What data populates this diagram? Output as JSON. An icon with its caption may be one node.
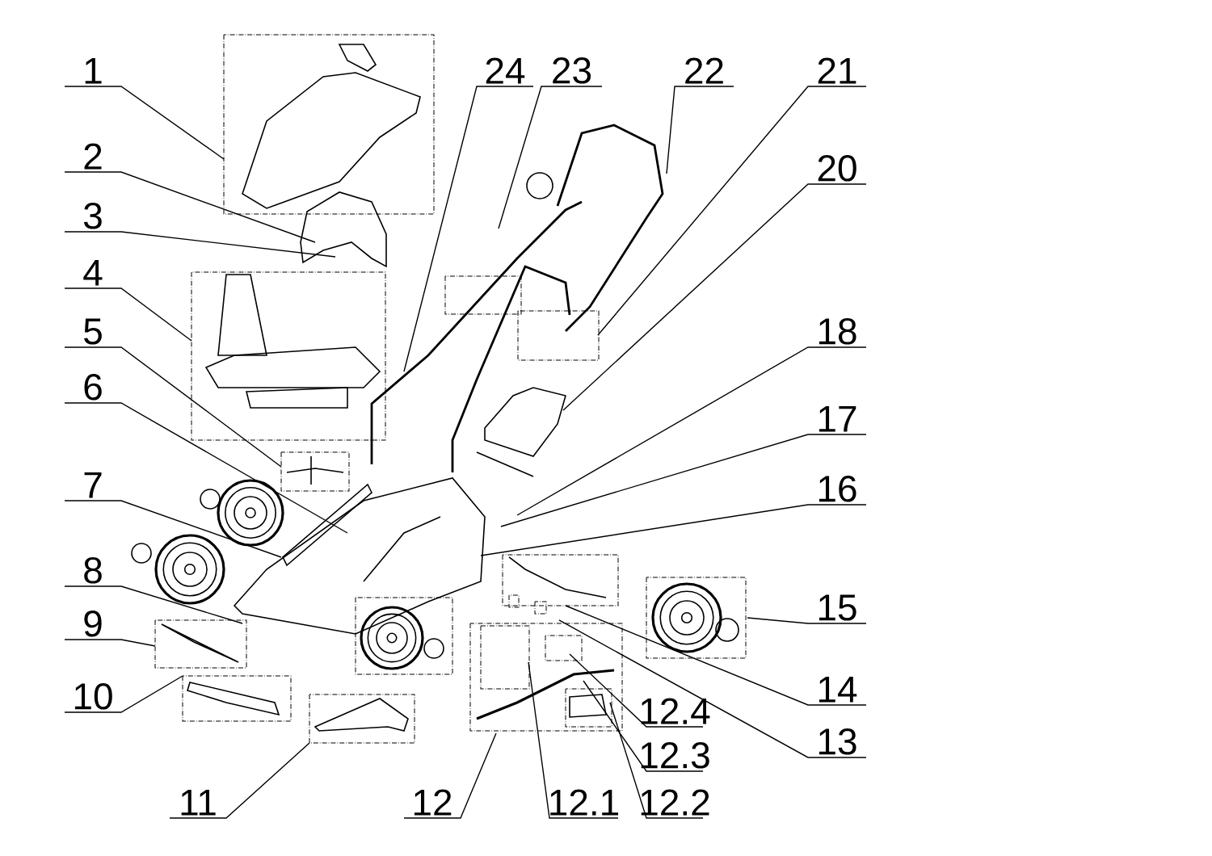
{
  "diagram": {
    "nodes": [
      {
        "text": [
          "1"
        ]
      },
      {
        "text": [
          "2"
        ]
      },
      {
        "text": [
          "3"
        ]
      },
      {
        "text": [
          "4"
        ]
      },
      {
        "text": [
          "5"
        ]
      },
      {
        "text": [
          "6"
        ]
      },
      {
        "text": [
          "7"
        ]
      },
      {
        "text": [
          "8"
        ]
      },
      {
        "text": [
          "9"
        ]
      },
      {
        "text": [
          "10"
        ]
      },
      {
        "text": [
          "11"
        ]
      },
      {
        "text": [
          "12"
        ]
      },
      {
        "text": [
          "12.1"
        ]
      },
      {
        "text": [
          "12.2"
        ]
      },
      {
        "text": [
          "12.3"
        ]
      },
      {
        "text": [
          "12.4"
        ]
      },
      {
        "text": [
          "13"
        ]
      },
      {
        "text": [
          "14"
        ]
      },
      {
        "text": [
          "15"
        ]
      },
      {
        "text": [
          "16"
        ]
      },
      {
        "text": [
          "17"
        ]
      },
      {
        "text": [
          "18"
        ]
      },
      {
        "text": [
          "20"
        ]
      },
      {
        "text": [
          "21"
        ]
      },
      {
        "text": [
          "22"
        ]
      },
      {
        "text": [
          "23"
        ]
      },
      {
        "text": [
          "24"
        ]
      }
    ],
    "edges": [
      {
        "from": 0,
        "to": null,
        "arrow": "none"
      },
      {
        "from": 1,
        "to": null,
        "arrow": "none"
      },
      {
        "from": 2,
        "to": null,
        "arrow": "none"
      },
      {
        "from": 3,
        "to": null,
        "arrow": "none"
      },
      {
        "from": 4,
        "to": null,
        "arrow": "none"
      },
      {
        "from": 5,
        "to": null,
        "arrow": "none"
      },
      {
        "from": 6,
        "to": null,
        "arrow": "none"
      },
      {
        "from": 7,
        "to": null,
        "arrow": "none"
      },
      {
        "from": 8,
        "to": null,
        "arrow": "none"
      },
      {
        "from": 9,
        "to": null,
        "arrow": "none"
      },
      {
        "from": 10,
        "to": null,
        "arrow": "none"
      },
      {
        "from": 11,
        "to": null,
        "arrow": "none"
      },
      {
        "from": 12,
        "to": null,
        "arrow": "none"
      },
      {
        "from": 13,
        "to": null,
        "arrow": "none"
      },
      {
        "from": 14,
        "to": null,
        "arrow": "none"
      },
      {
        "from": 15,
        "to": null,
        "arrow": "none"
      },
      {
        "from": 16,
        "to": null,
        "arrow": "none"
      },
      {
        "from": 17,
        "to": null,
        "arrow": "none"
      },
      {
        "from": 18,
        "to": null,
        "arrow": "none"
      },
      {
        "from": 19,
        "to": null,
        "arrow": "none"
      },
      {
        "from": 20,
        "to": null,
        "arrow": "none"
      },
      {
        "from": 21,
        "to": null,
        "arrow": "none"
      },
      {
        "from": 22,
        "to": null,
        "arrow": "none"
      },
      {
        "from": 23,
        "to": null,
        "arrow": "none"
      },
      {
        "from": 24,
        "to": null,
        "arrow": "none"
      },
      {
        "from": 25,
        "to": null,
        "arrow": "none"
      },
      {
        "from": 26,
        "to": null,
        "arrow": "none"
      }
    ]
  }
}
